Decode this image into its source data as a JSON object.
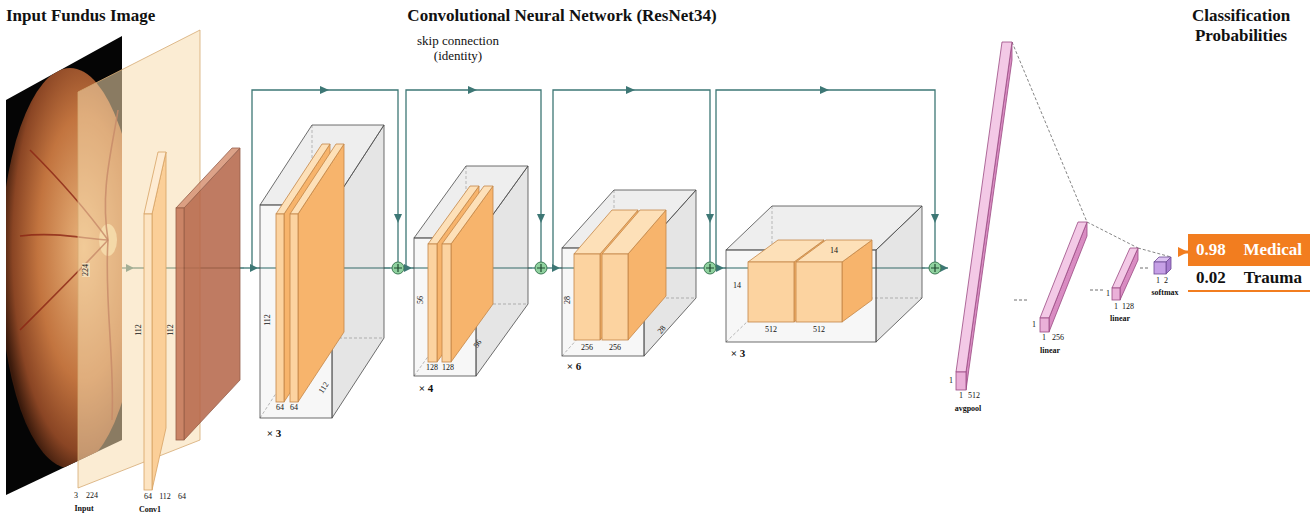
{
  "diagram": {
    "title": "Convolutional Neural Network (ResNet34)",
    "nodes": [
      {
        "text": [
          "224",
          "3",
          "224",
          "Input"
        ]
      },
      {
        "text": [
          "112",
          "112",
          "64",
          "112",
          "64",
          "Conv1"
        ]
      },
      {
        "text": [
          "112",
          "64",
          "64",
          "112",
          "× 3"
        ]
      },
      {
        "text": [
          "56",
          "128",
          "128",
          "56",
          "× 4"
        ]
      },
      {
        "text": [
          "28",
          "256",
          "256",
          "28",
          "× 6"
        ]
      },
      {
        "text": [
          "14",
          "14",
          "512",
          "512",
          "× 3"
        ]
      },
      {
        "text": [
          "1",
          "1",
          "512",
          "avgpool"
        ]
      },
      {
        "text": [
          "1",
          "1",
          "256",
          "linear"
        ]
      },
      {
        "text": [
          "1",
          "1",
          "128",
          "linear"
        ]
      },
      {
        "text": [
          "1",
          "2",
          "softmax"
        ]
      },
      {
        "text": [
          "0.98",
          "Medical"
        ]
      },
      {
        "text": [
          "0.02",
          "Trauma"
        ]
      }
    ],
    "edges": [
      {
        "from": 0,
        "to": 1,
        "arrow": "to"
      },
      {
        "from": 1,
        "to": 2,
        "arrow": "to"
      },
      {
        "from": 2,
        "to": 3,
        "arrow": "to"
      },
      {
        "from": 3,
        "to": 4,
        "arrow": "to"
      },
      {
        "from": 4,
        "to": 5,
        "arrow": "to"
      },
      {
        "from": 5,
        "to": 6,
        "arrow": "to"
      },
      {
        "from": 6,
        "to": 7,
        "arrow": "none"
      },
      {
        "from": 7,
        "to": 8,
        "arrow": "none"
      },
      {
        "from": 8,
        "to": 9,
        "arrow": "none"
      },
      {
        "from": 9,
        "to": 10,
        "arrow": "to"
      }
    ],
    "labels": [
      "Input Fundus Image",
      "Classification Probabilities",
      "skip connection (identity)"
    ]
  }
}
